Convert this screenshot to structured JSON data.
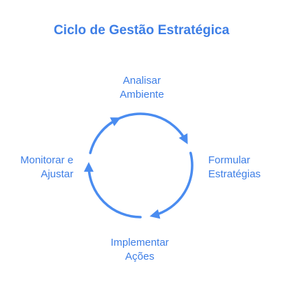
{
  "title": "Ciclo de Gestão Estratégica",
  "colors": {
    "accent": "#4a8cf0",
    "text": "#3d7ee6"
  },
  "stages": [
    {
      "line1": "Analisar",
      "line2": "Ambiente"
    },
    {
      "line1": "Formular",
      "line2": "Estratégias"
    },
    {
      "line1": "Implementar",
      "line2": "Ações"
    },
    {
      "line1": "Monitorar e",
      "line2": "Ajustar"
    }
  ]
}
